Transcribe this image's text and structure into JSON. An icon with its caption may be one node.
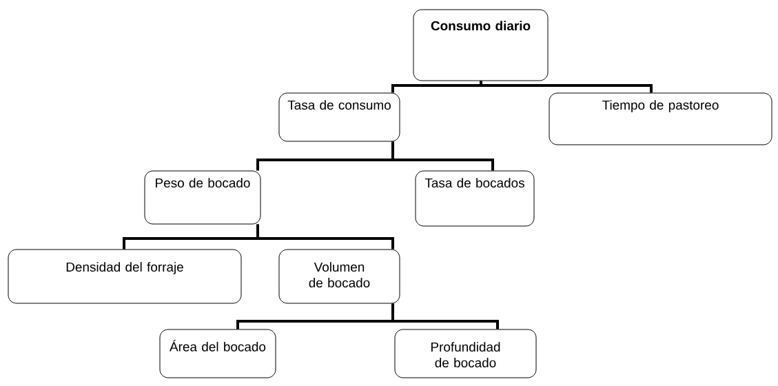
{
  "diagram": {
    "nodes": [
      {
        "text": [
          "Consumo diario"
        ]
      },
      {
        "text": [
          "Tasa de consumo"
        ]
      },
      {
        "text": [
          "Tiempo de pastoreo"
        ]
      },
      {
        "text": [
          "Peso de bocado"
        ]
      },
      {
        "text": [
          "Tasa de bocados"
        ]
      },
      {
        "text": [
          "Densidad del forraje"
        ]
      },
      {
        "text": [
          "Volumen de bocado"
        ]
      },
      {
        "text": [
          "Área del bocado"
        ]
      },
      {
        "text": [
          "Profundidad de bocado"
        ]
      }
    ],
    "edges": [
      {
        "from": 0,
        "to": 1,
        "arrow": "none"
      },
      {
        "from": 0,
        "to": 2,
        "arrow": "none"
      },
      {
        "from": 1,
        "to": 3,
        "arrow": "none"
      },
      {
        "from": 1,
        "to": 4,
        "arrow": "none"
      },
      {
        "from": 3,
        "to": 5,
        "arrow": "none"
      },
      {
        "from": 3,
        "to": 6,
        "arrow": "none"
      },
      {
        "from": 6,
        "to": 7,
        "arrow": "none"
      },
      {
        "from": 6,
        "to": 8,
        "arrow": "none"
      }
    ]
  }
}
